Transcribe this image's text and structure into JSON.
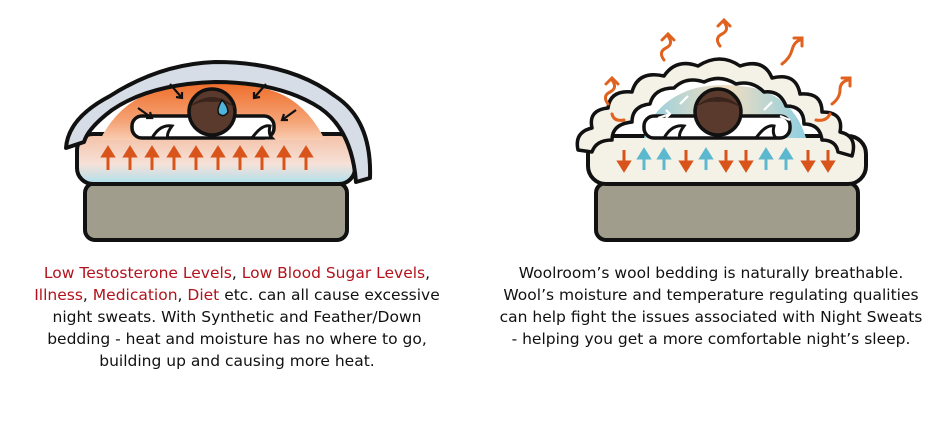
{
  "left_panel": {
    "caption": {
      "highlight_terms": [
        "Low Testosterone Levels",
        "Low Blood Sugar Levels",
        "Illness",
        "Medication",
        "Diet"
      ],
      "separator": ", ",
      "body": " etc. can all cause excessive night sweats. With Synthetic and Feather/Down bedding - heat and moisture has no where to go, building up and causing more heat."
    }
  },
  "right_panel": {
    "caption": "Woolroom’s wool bedding is naturally breathable. Wool’s moisture and temperature regulating qualities can help fight the issues associated with Night Sweats - helping you get a more comfortable night’s sleep."
  },
  "colors": {
    "heat_orange": "#e0621e",
    "cool_blue": "#6cc2d6",
    "highlight_red": "#b3121c",
    "base_grey": "#a09d8d",
    "wool_cream": "#f4f1e6"
  }
}
